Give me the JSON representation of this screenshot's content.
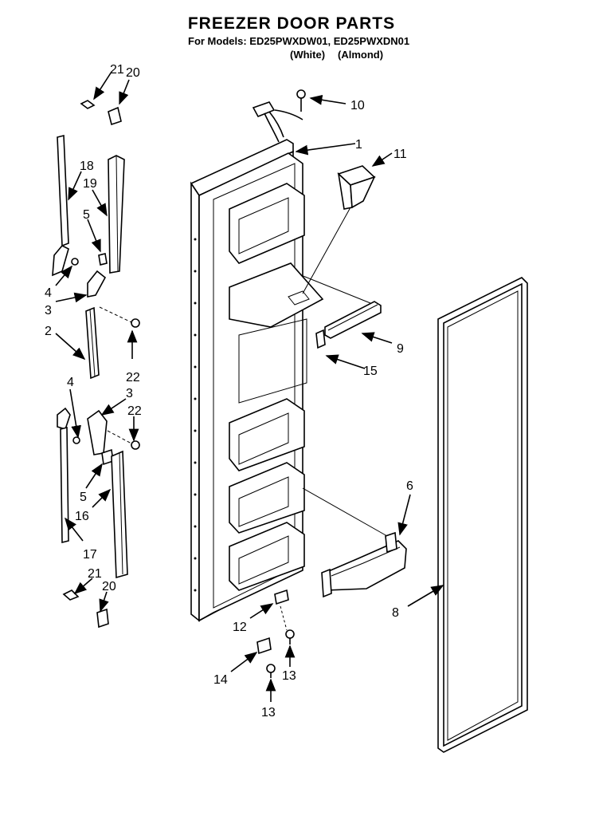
{
  "header": {
    "title": "FREEZER DOOR PARTS",
    "models_line": "For Models: ED25PWXDW01, ED25PWXDN01",
    "white": "(White)",
    "almond": "(Almond)"
  },
  "callouts": [
    "1",
    "2",
    "3",
    "3",
    "4",
    "4",
    "5",
    "5",
    "6",
    "8",
    "9",
    "10",
    "11",
    "12",
    "13",
    "13",
    "14",
    "15",
    "16",
    "17",
    "18",
    "19",
    "20",
    "20",
    "21",
    "21",
    "22",
    "22"
  ]
}
